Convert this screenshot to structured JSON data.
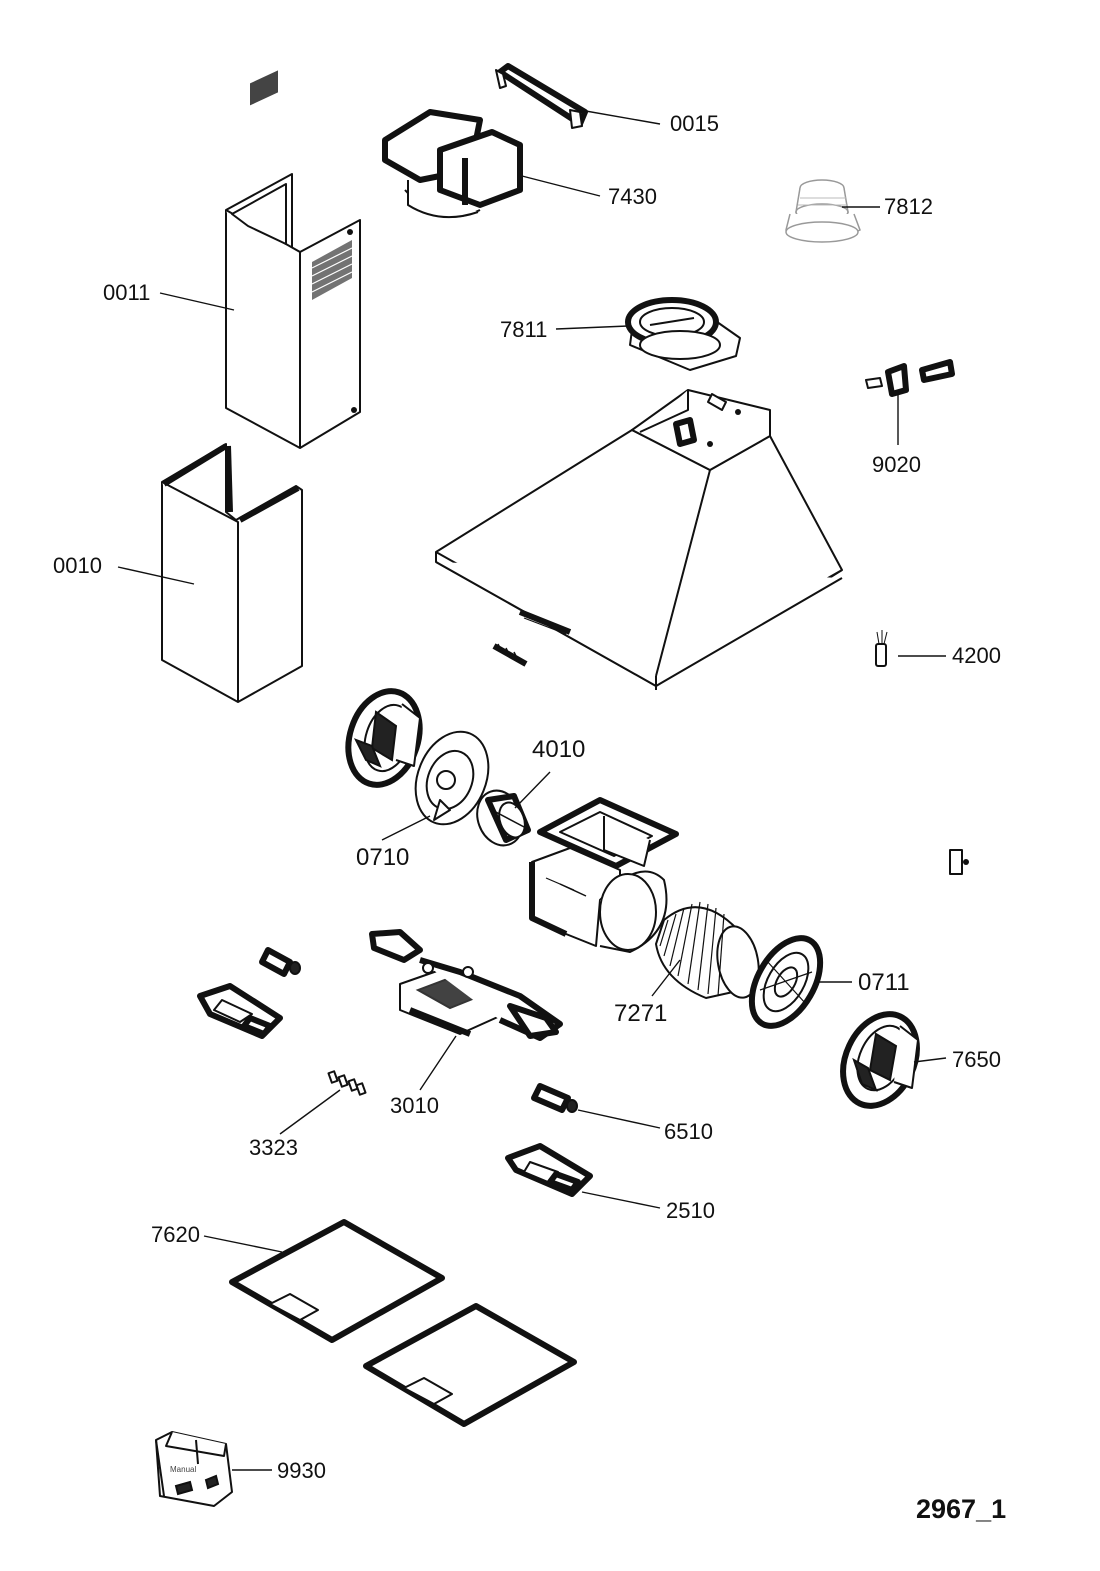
{
  "diagram_code": "2967_1",
  "part_labels": {
    "p0015": "0015",
    "p7430": "7430",
    "p7812": "7812",
    "p0011": "0011",
    "p7811": "7811",
    "p9020": "9020",
    "p0010": "0010",
    "p4200": "4200",
    "p4010": "4010",
    "p0710": "0710",
    "p0711": "0711",
    "p7271": "7271",
    "p7650": "7650",
    "p3010": "3010",
    "p3323": "3323",
    "p6510": "6510",
    "p2510": "2510",
    "p7620": "7620",
    "p9930": "9930"
  },
  "manual_text": "Manual"
}
